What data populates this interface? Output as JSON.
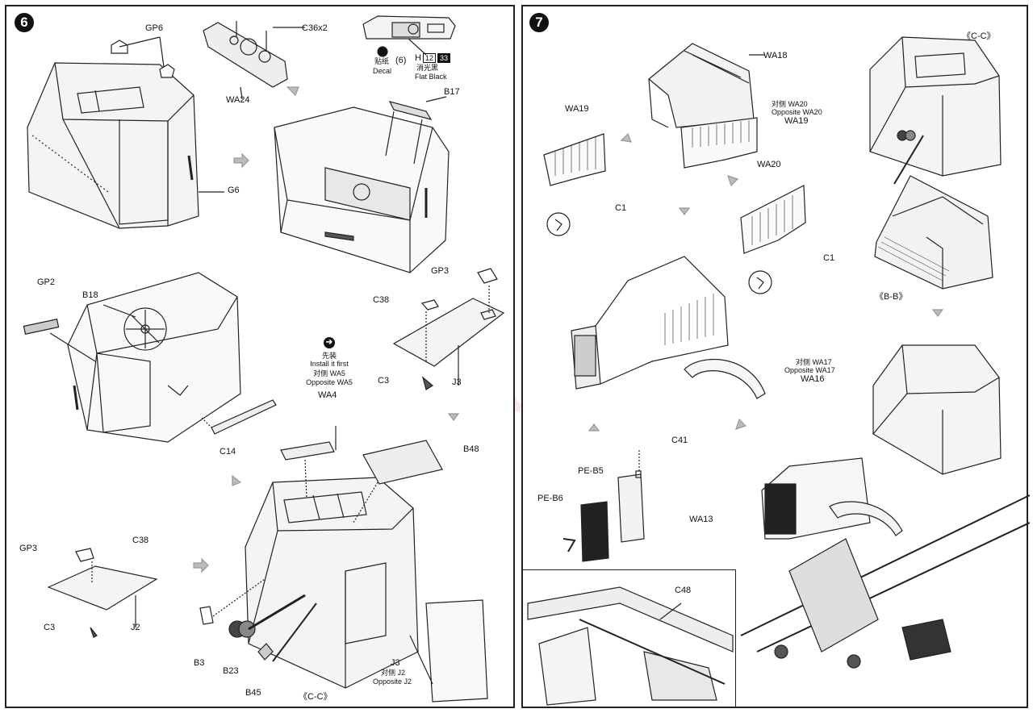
{
  "step6": {
    "number": "6",
    "labels": {
      "gp6": "GP6",
      "c36": "C36x2",
      "wa24": "WA24",
      "g6": "G6",
      "b17": "B17",
      "decal_num": "(6)",
      "decal_cn": "贴纸",
      "decal_en": "Decal",
      "paint_h": "H",
      "paint_code1": "12",
      "paint_code2": "33",
      "paint_cn": "消光黑",
      "paint_en": "Flat Black",
      "gp2": "GP2",
      "b18": "B18",
      "gp3_top": "GP3",
      "c38_top": "C38",
      "c3_top": "C3",
      "j3_top": "J3",
      "install_cn": "先装",
      "install_en": "Install it first",
      "opp_wa5_cn": "对侧 WA5",
      "opp_wa5_en": "Opposite WA5",
      "wa4": "WA4",
      "c14": "C14",
      "b48": "B48",
      "gp3_bot": "GP3",
      "c38_bot": "C38",
      "c3_bot": "C3",
      "j2": "J2",
      "b3": "B3",
      "b23": "B23",
      "b45": "B45",
      "j3_bot": "J3",
      "opp_j2_cn": "对侧 J2",
      "opp_j2_en": "Opposite J2",
      "cc": "《C-C》"
    }
  },
  "step7": {
    "number": "7",
    "labels": {
      "wa18": "WA18",
      "cc": "《C-C》",
      "wa19_left": "WA19",
      "opp_wa20_cn": "对侧 WA20",
      "opp_wa20_en": "Opposite WA20",
      "wa19_right": "WA19",
      "c1_left": "C1",
      "wa20": "WA20",
      "c1_right": "C1",
      "bb": "《B-B》",
      "opp_wa17_cn": "对侧 WA17",
      "opp_wa17_en": "Opposite WA17",
      "wa16": "WA16",
      "c41": "C41",
      "pe_b5": "PE-B5",
      "pe_b6": "PE-B6",
      "wa13": "WA13",
      "c48": "C48"
    }
  },
  "watermark": "modelartikl.cz"
}
